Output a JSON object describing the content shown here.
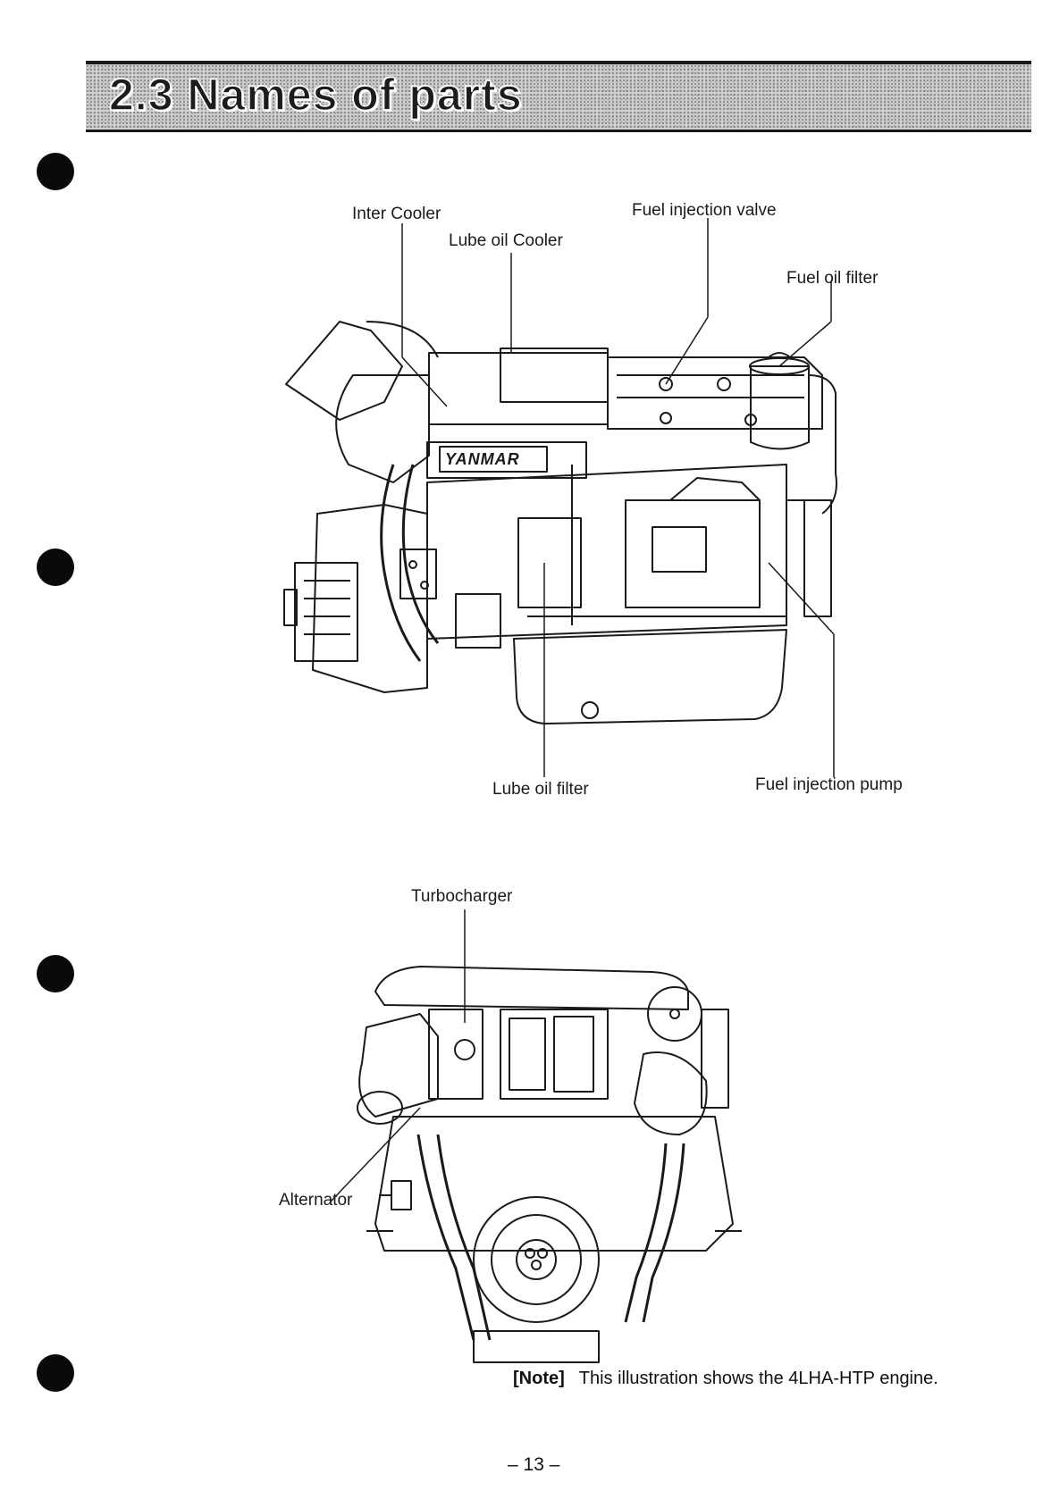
{
  "section": {
    "title": "2.3 Names of parts"
  },
  "side_view": {
    "labels": {
      "inter_cooler": "Inter Cooler",
      "lube_oil_cooler": "Lube oil Cooler",
      "fuel_injection_valve": "Fuel injection valve",
      "fuel_oil_filter": "Fuel oil filter",
      "lube_oil_filter": "Lube oil filter",
      "fuel_injection_pump": "Fuel injection pump"
    },
    "brand": "YANMAR"
  },
  "front_view": {
    "labels": {
      "turbocharger": "Turbocharger",
      "alternator": "Alternator"
    }
  },
  "note": {
    "tag": "[Note]",
    "text": "This illustration shows the 4LHA-HTP engine."
  },
  "page_number": "– 13 –"
}
